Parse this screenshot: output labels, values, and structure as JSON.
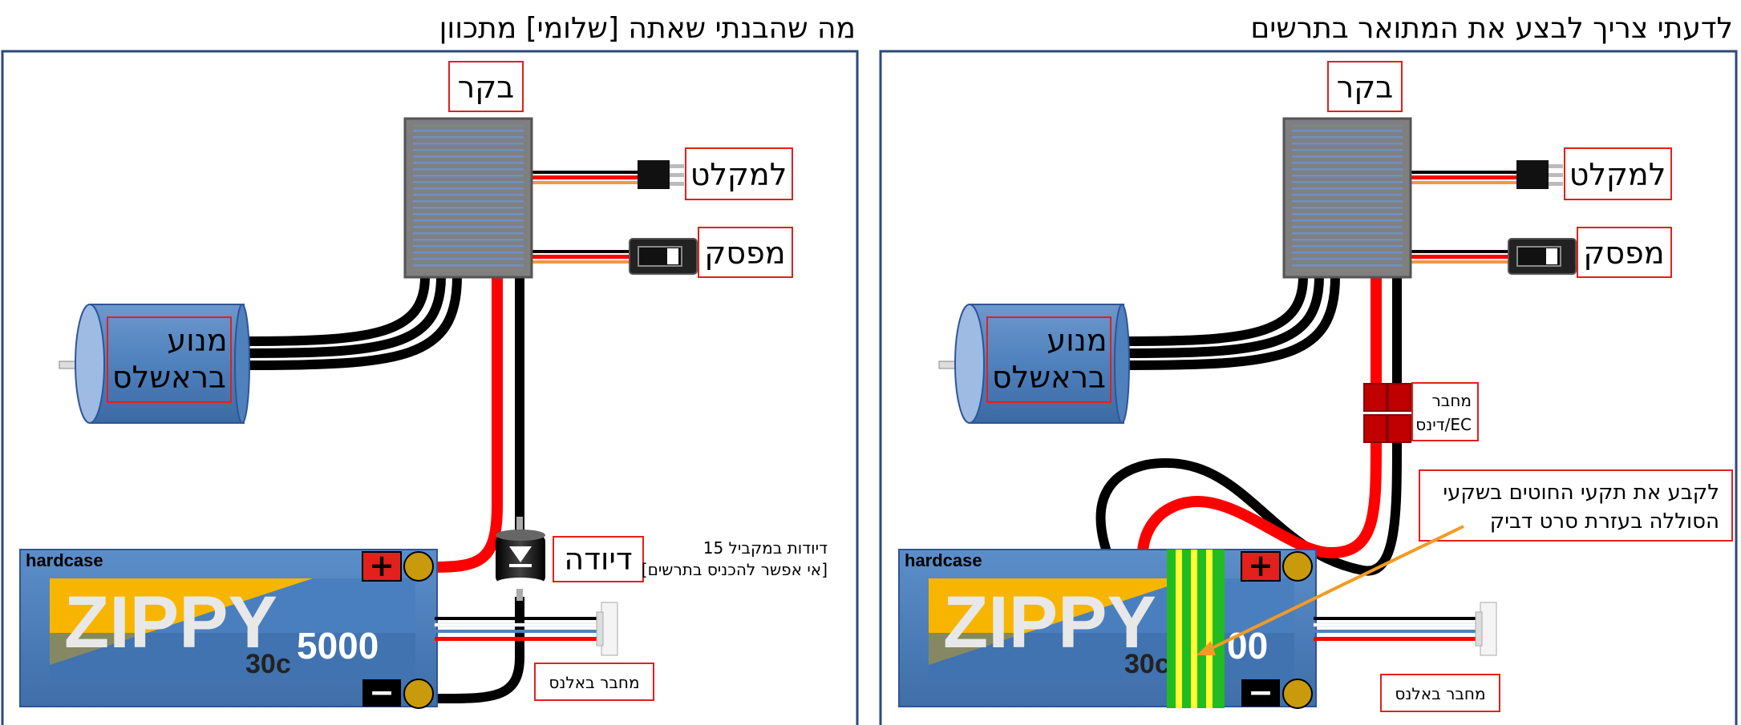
{
  "colors": {
    "frame": "#2b4a7a",
    "label_border": "#e3201b",
    "battery": "#4f81bd",
    "motor": "#4f81bd",
    "controller": "#7f7f7f",
    "wire_red": "#ff0000",
    "wire_black": "#000000",
    "wire_orange": "#f79646",
    "terminal": "#c89a0c",
    "stripes_green": "#22bb22",
    "stripes_yellow": "#ffff33",
    "arrow_orange": "#f59a23"
  },
  "left_panel": {
    "title": "מה שהבנתי שאתה [שלומי] מתכוון",
    "controller_label": "בקר",
    "receiver_label": "למקלט",
    "switch_label": "מפסק",
    "motor_label_line1": "מנוע",
    "motor_label_line2": "בראשלס",
    "diode_label": "דיודה",
    "diode_note_line1": "15 דיודות במקביל",
    "diode_note_line2": "[אי אפשר להכניס בתרשים]",
    "balance_label": "מחבר באלנס",
    "battery": {
      "brand_small": "hardcase",
      "brand": "ZIPPY",
      "capacity": "5000",
      "c_rating": "30c",
      "plus": "+",
      "minus": "−"
    }
  },
  "right_panel": {
    "title": "לדעתי צריך לבצע את המתואר בתרשים",
    "controller_label": "בקר",
    "receiver_label": "למקלט",
    "switch_label": "מפסק",
    "motor_label_line1": "מנוע",
    "motor_label_line2": "בראשלס",
    "connector_label_line1": "מחבר",
    "connector_label_line2": "דינס/EC",
    "note_line1": "לקבע את תקעי החוטים בשקעי",
    "note_line2": "הסוללה בעזרת סרט דביק",
    "balance_label": "מחבר באלנס",
    "battery": {
      "brand_small": "hardcase",
      "brand": "ZIPPY",
      "capacity": "00",
      "c_rating": "30c",
      "plus": "+",
      "minus": "−"
    }
  }
}
